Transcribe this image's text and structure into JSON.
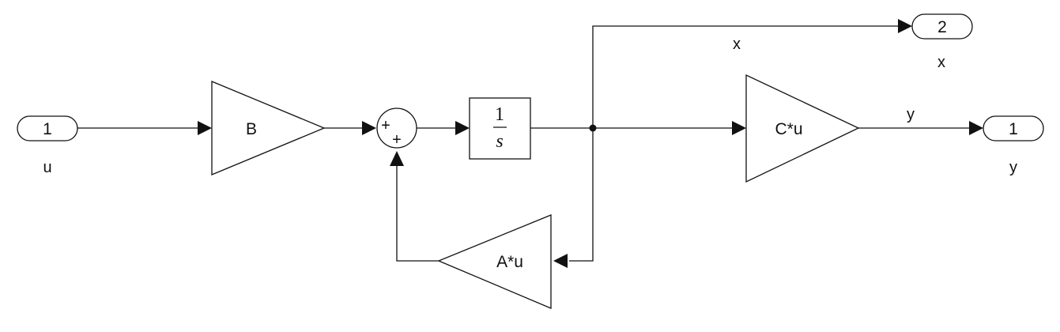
{
  "inports": [
    {
      "number": "1",
      "label": "u"
    }
  ],
  "outports": [
    {
      "number": "2",
      "label": "x"
    },
    {
      "number": "1",
      "label": "y"
    }
  ],
  "gains": {
    "b": "B",
    "c": "C*u",
    "a": "A*u"
  },
  "integrator": {
    "numerator": "1",
    "denominator": "s"
  },
  "sum": {
    "signs": [
      "+",
      "+"
    ]
  },
  "signals": {
    "x": "x",
    "y": "y"
  }
}
